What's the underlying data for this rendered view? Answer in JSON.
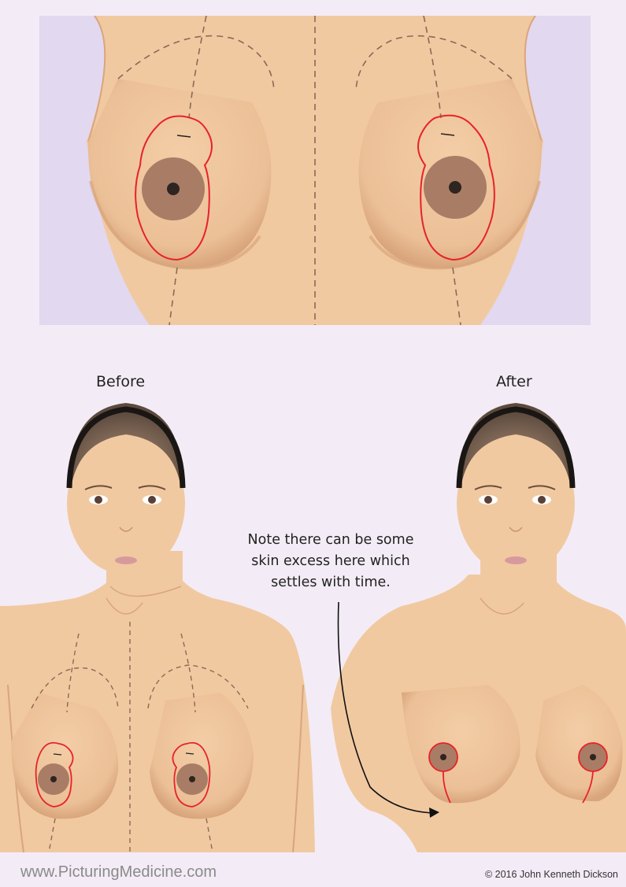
{
  "panels": {
    "before_label": "Before",
    "after_label": "After"
  },
  "annotation": {
    "note_lines": [
      "Note there can be some",
      "skin excess here which",
      "settles with time."
    ]
  },
  "footer": {
    "website": "www.PicturingMedicine.com",
    "copyright": "© 2016 John Kenneth Dickson"
  },
  "colors": {
    "background": "#f3ecf6",
    "skin": "#f1c9a1",
    "skin_shadow": "#e2b088",
    "areola": "#a87c65",
    "nipple": "#2e2420",
    "incision": "#e8222a",
    "marking": "#8a6a55",
    "gown": "#e2d8f0",
    "hair": "#1a1614"
  }
}
